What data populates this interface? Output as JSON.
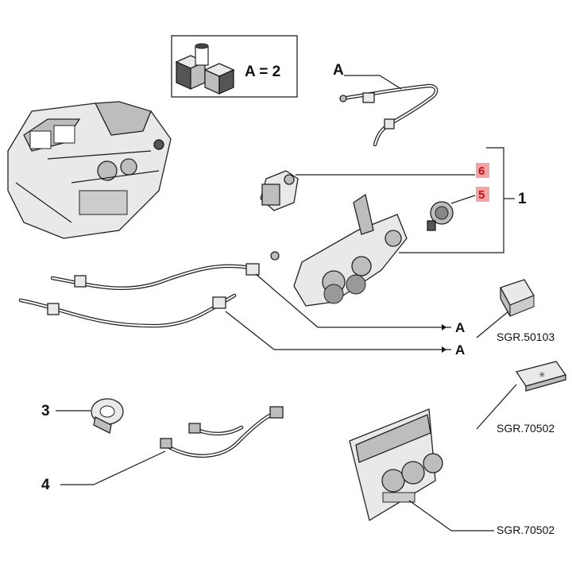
{
  "legend": {
    "text": "A = 2"
  },
  "callouts": {
    "a_top": "A",
    "a_mid": "A",
    "a_low": "A",
    "n1": "1",
    "n3": "3",
    "n4": "4",
    "n5": "5",
    "n6": "6"
  },
  "references": {
    "sgr_50103": "SGR.50103",
    "sgr_70502_a": "SGR.70502",
    "sgr_70502_b": "SGR.70502"
  },
  "colors": {
    "highlight": "#f3a5a5",
    "highlight_text": "#c0141a",
    "ink": "#111111"
  },
  "icons": [
    "kit-boxes-icon"
  ]
}
